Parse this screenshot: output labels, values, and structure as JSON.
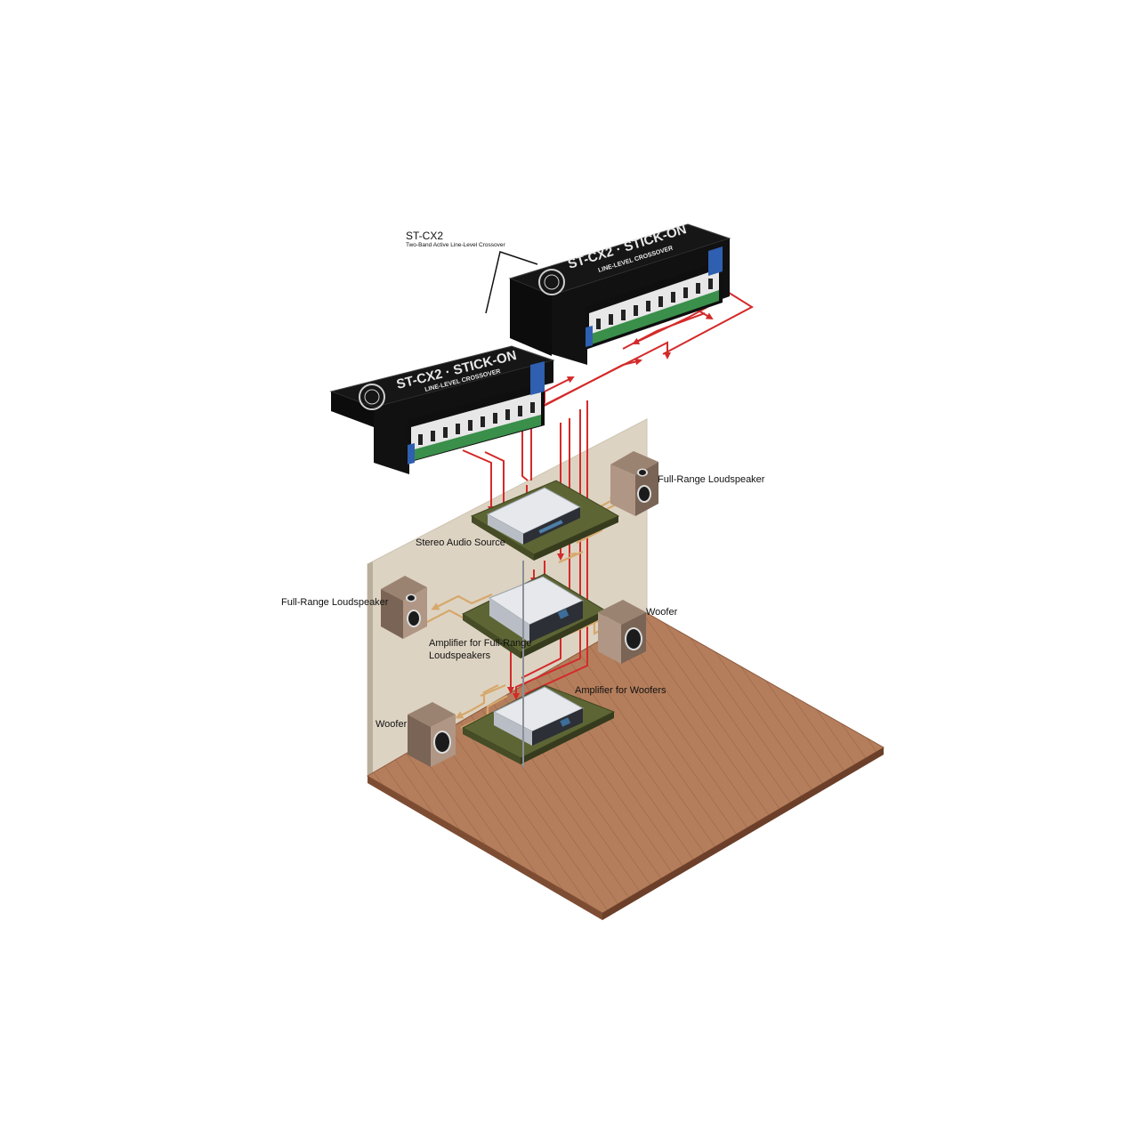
{
  "title_label": {
    "model": "ST-CX2",
    "description": "Two-Band Active Line-Level Crossover"
  },
  "crossover_units": [
    {
      "brand_text": "ST-CX2 · STICK-ON",
      "subtitle_text": "LINE-LEVEL CROSSOVER"
    },
    {
      "brand_text": "ST-CX2 · STICK-ON",
      "subtitle_text": "LINE-LEVEL CROSSOVER"
    }
  ],
  "labels": {
    "full_range_right": "Full-Range Loudspeaker",
    "stereo_source": "Stereo Audio Source",
    "full_range_left": "Full-Range Loudspeaker",
    "woofer_right": "Woofer",
    "amp_full_range_line1": "Amplifier for Full-Range",
    "amp_full_range_line2": "Loudspeakers",
    "amp_woofers": "Amplifier for Woofers",
    "woofer_left": "Woofer"
  },
  "colors": {
    "signal_line": "#d42a2a",
    "speaker_line": "#c9a36a",
    "floor": "#b47e5c",
    "wall": "#ddd3c2",
    "shelf": "#5d6534",
    "device_body": "#1a1a1a",
    "speaker_cabinet": "#7a6455"
  }
}
